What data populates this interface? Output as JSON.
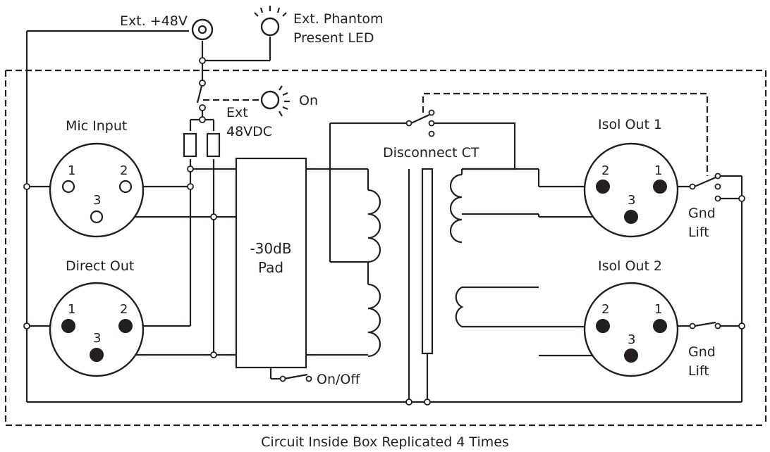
{
  "labels": {
    "ext_48v": "Ext.  +48V",
    "ext_phantom_line1": "Ext. Phantom",
    "ext_phantom_line2": "Present LED",
    "on": "On",
    "ext_48vdc_line1": "Ext",
    "ext_48vdc_line2": "48VDC",
    "mic_input": "Mic Input",
    "direct_out": "Direct Out",
    "disconnect_ct": "Disconnect CT",
    "pad_line1": "-30dB",
    "pad_line2": "Pad",
    "on_off": "On/Off",
    "isol_out_1": "Isol Out 1",
    "isol_out_2": "Isol  Out 2",
    "gnd_lift_1_line1": "Gnd",
    "gnd_lift_1_line2": "Lift",
    "gnd_lift_2_line1": "Gnd",
    "gnd_lift_2_line2": "Lift",
    "caption": "Circuit Inside Box Replicated 4 Times"
  },
  "pins": {
    "mic_1": "1",
    "mic_2": "2",
    "mic_3": "3",
    "direct_1": "1",
    "direct_2": "2",
    "direct_3": "3",
    "isol1_2": "2",
    "isol1_1": "1",
    "isol1_3": "3",
    "isol2_2": "2",
    "isol2_1": "1",
    "isol2_3": "3"
  },
  "icons": {
    "led": "led-indicator-icon",
    "switch": "switch-icon",
    "resistor": "resistor-icon",
    "transformer": "transformer-icon",
    "xlr_jack": "xlr-connector-icon"
  }
}
